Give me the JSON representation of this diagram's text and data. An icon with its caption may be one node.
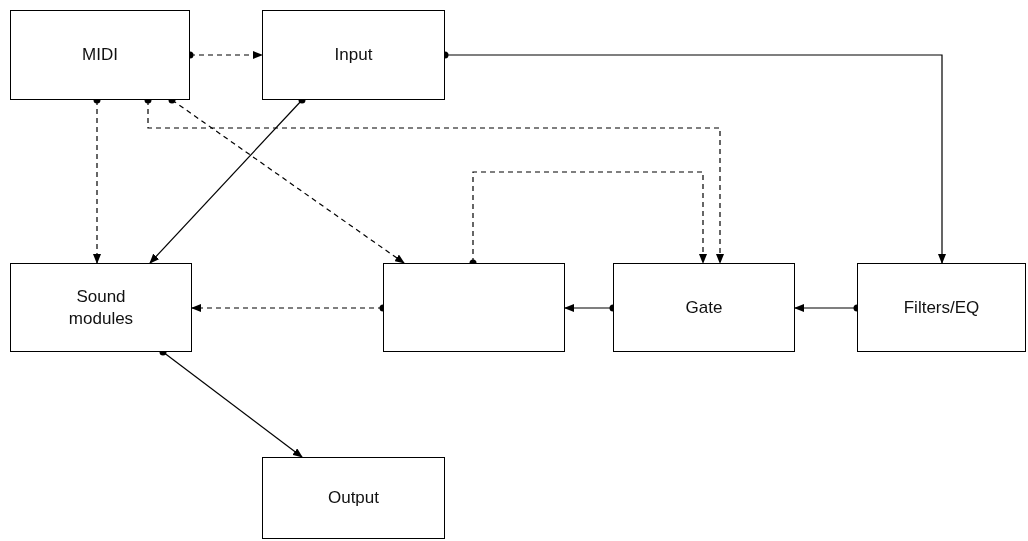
{
  "diagram": {
    "nodes": [
      {
        "text": [
          "MIDI"
        ]
      },
      {
        "text": [
          "Input"
        ]
      },
      {
        "text": [
          "Sound modules"
        ]
      },
      {
        "text": [],
        "shape": "box"
      },
      {
        "text": [
          "Gate"
        ]
      },
      {
        "text": [
          "Filters/EQ"
        ]
      },
      {
        "text": [
          "Output"
        ]
      }
    ],
    "edges": [
      {
        "from": 0,
        "to": 1,
        "arrow": "to",
        "style": "dashed"
      },
      {
        "from": 1,
        "to": 5,
        "arrow": "to"
      },
      {
        "from": 1,
        "to": 2,
        "arrow": "to"
      },
      {
        "from": 0,
        "to": 2,
        "arrow": "to",
        "style": "dashed"
      },
      {
        "from": 0,
        "to": 4,
        "arrow": "to",
        "style": "dashed"
      },
      {
        "from": 0,
        "to": 3,
        "arrow": "to",
        "style": "dashed"
      },
      {
        "from": 3,
        "to": 4,
        "arrow": "to",
        "style": "dashed"
      },
      {
        "from": 3,
        "to": 2,
        "arrow": "to",
        "style": "dashed"
      },
      {
        "from": 4,
        "to": 3,
        "arrow": "to"
      },
      {
        "from": 5,
        "to": 4,
        "arrow": "to"
      },
      {
        "from": 2,
        "to": 6,
        "arrow": "to"
      }
    ]
  }
}
